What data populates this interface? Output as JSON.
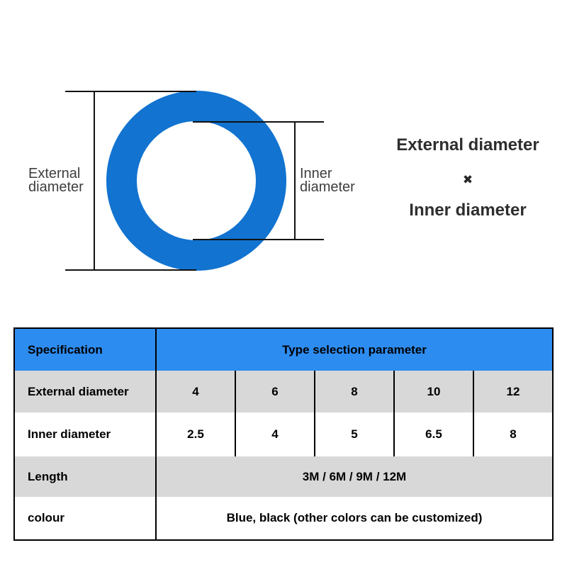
{
  "diagram": {
    "labels": {
      "external": "External\ndiameter",
      "inner": "Inner\ndiameter"
    }
  },
  "formula": {
    "top": "External diameter",
    "operator": "✖",
    "bottom": "Inner diameter"
  },
  "table": {
    "header": {
      "spec": "Specification",
      "param": "Type selection parameter"
    },
    "rows": [
      {
        "label": "External diameter",
        "values": [
          "4",
          "6",
          "8",
          "10",
          "12"
        ]
      },
      {
        "label": "Inner diameter",
        "values": [
          "2.5",
          "4",
          "5",
          "6.5",
          "8"
        ]
      },
      {
        "label": "Length",
        "span": "3M / 6M / 9M / 12M"
      },
      {
        "label": "colour",
        "span": "Blue, black (other colors can be customized)"
      }
    ]
  },
  "colors": {
    "ring_blue": "#1273d0",
    "table_header_blue": "#2d8cf0",
    "row_gray": "#d8d8d8",
    "line_black": "#121212"
  }
}
